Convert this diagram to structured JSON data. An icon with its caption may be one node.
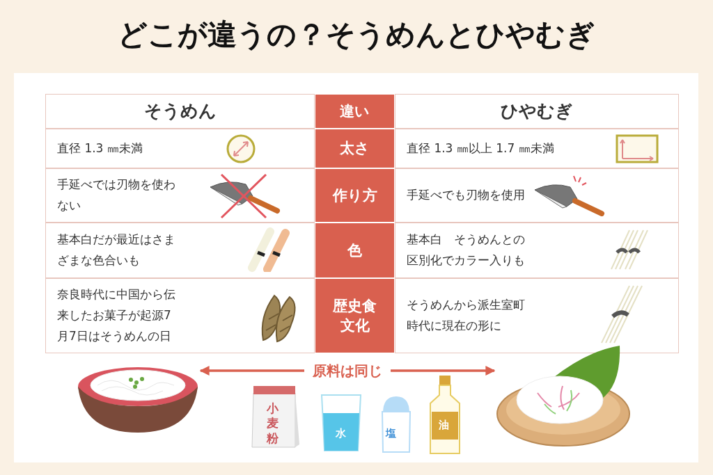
{
  "diagram": {
    "title": "どこが違うの？そうめんとひやむぎ",
    "nodes": [
      {
        "text": [],
        "shape": "picture"
      },
      {
        "text": [],
        "shape": "picture"
      },
      {
        "text": [
          "小麦粉"
        ]
      },
      {
        "text": [
          "水"
        ]
      },
      {
        "text": [
          "塩"
        ]
      },
      {
        "text": [
          "油"
        ]
      }
    ],
    "edges": [
      {
        "from": 0,
        "to": 1,
        "arrow": "both",
        "label": "原料は同じ"
      }
    ],
    "labels": [
      "そうめん",
      "違い",
      "ひやむぎ",
      "直径 1.3 ㎜未満",
      "太さ",
      "直径 1.3 ㎜以上 1.7 ㎜未満",
      "手延べでは刃物を使わない",
      "作り方",
      "手延べでも刃物を使用",
      "基本白だが最近はさまざまな色合いも",
      "色",
      "基本白　そうめんとの区別化でカラー入りも",
      "奈良時代に中国から伝来したお菓子が起源7月7日はそうめんの日",
      "歴史食文化",
      "そうめんから派生室町時代に現在の形に"
    ]
  }
}
